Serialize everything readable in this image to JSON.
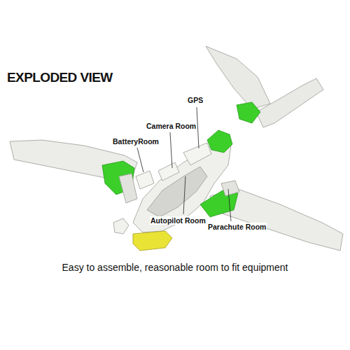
{
  "diagram": {
    "title": "EXPLODED VIEW",
    "caption": "Easy to assemble, reasonable room to fit equipment",
    "labels": [
      "GPS",
      "Camera Room",
      "BatteryRoom",
      "Autopilot Room",
      "Parachute Room"
    ]
  }
}
